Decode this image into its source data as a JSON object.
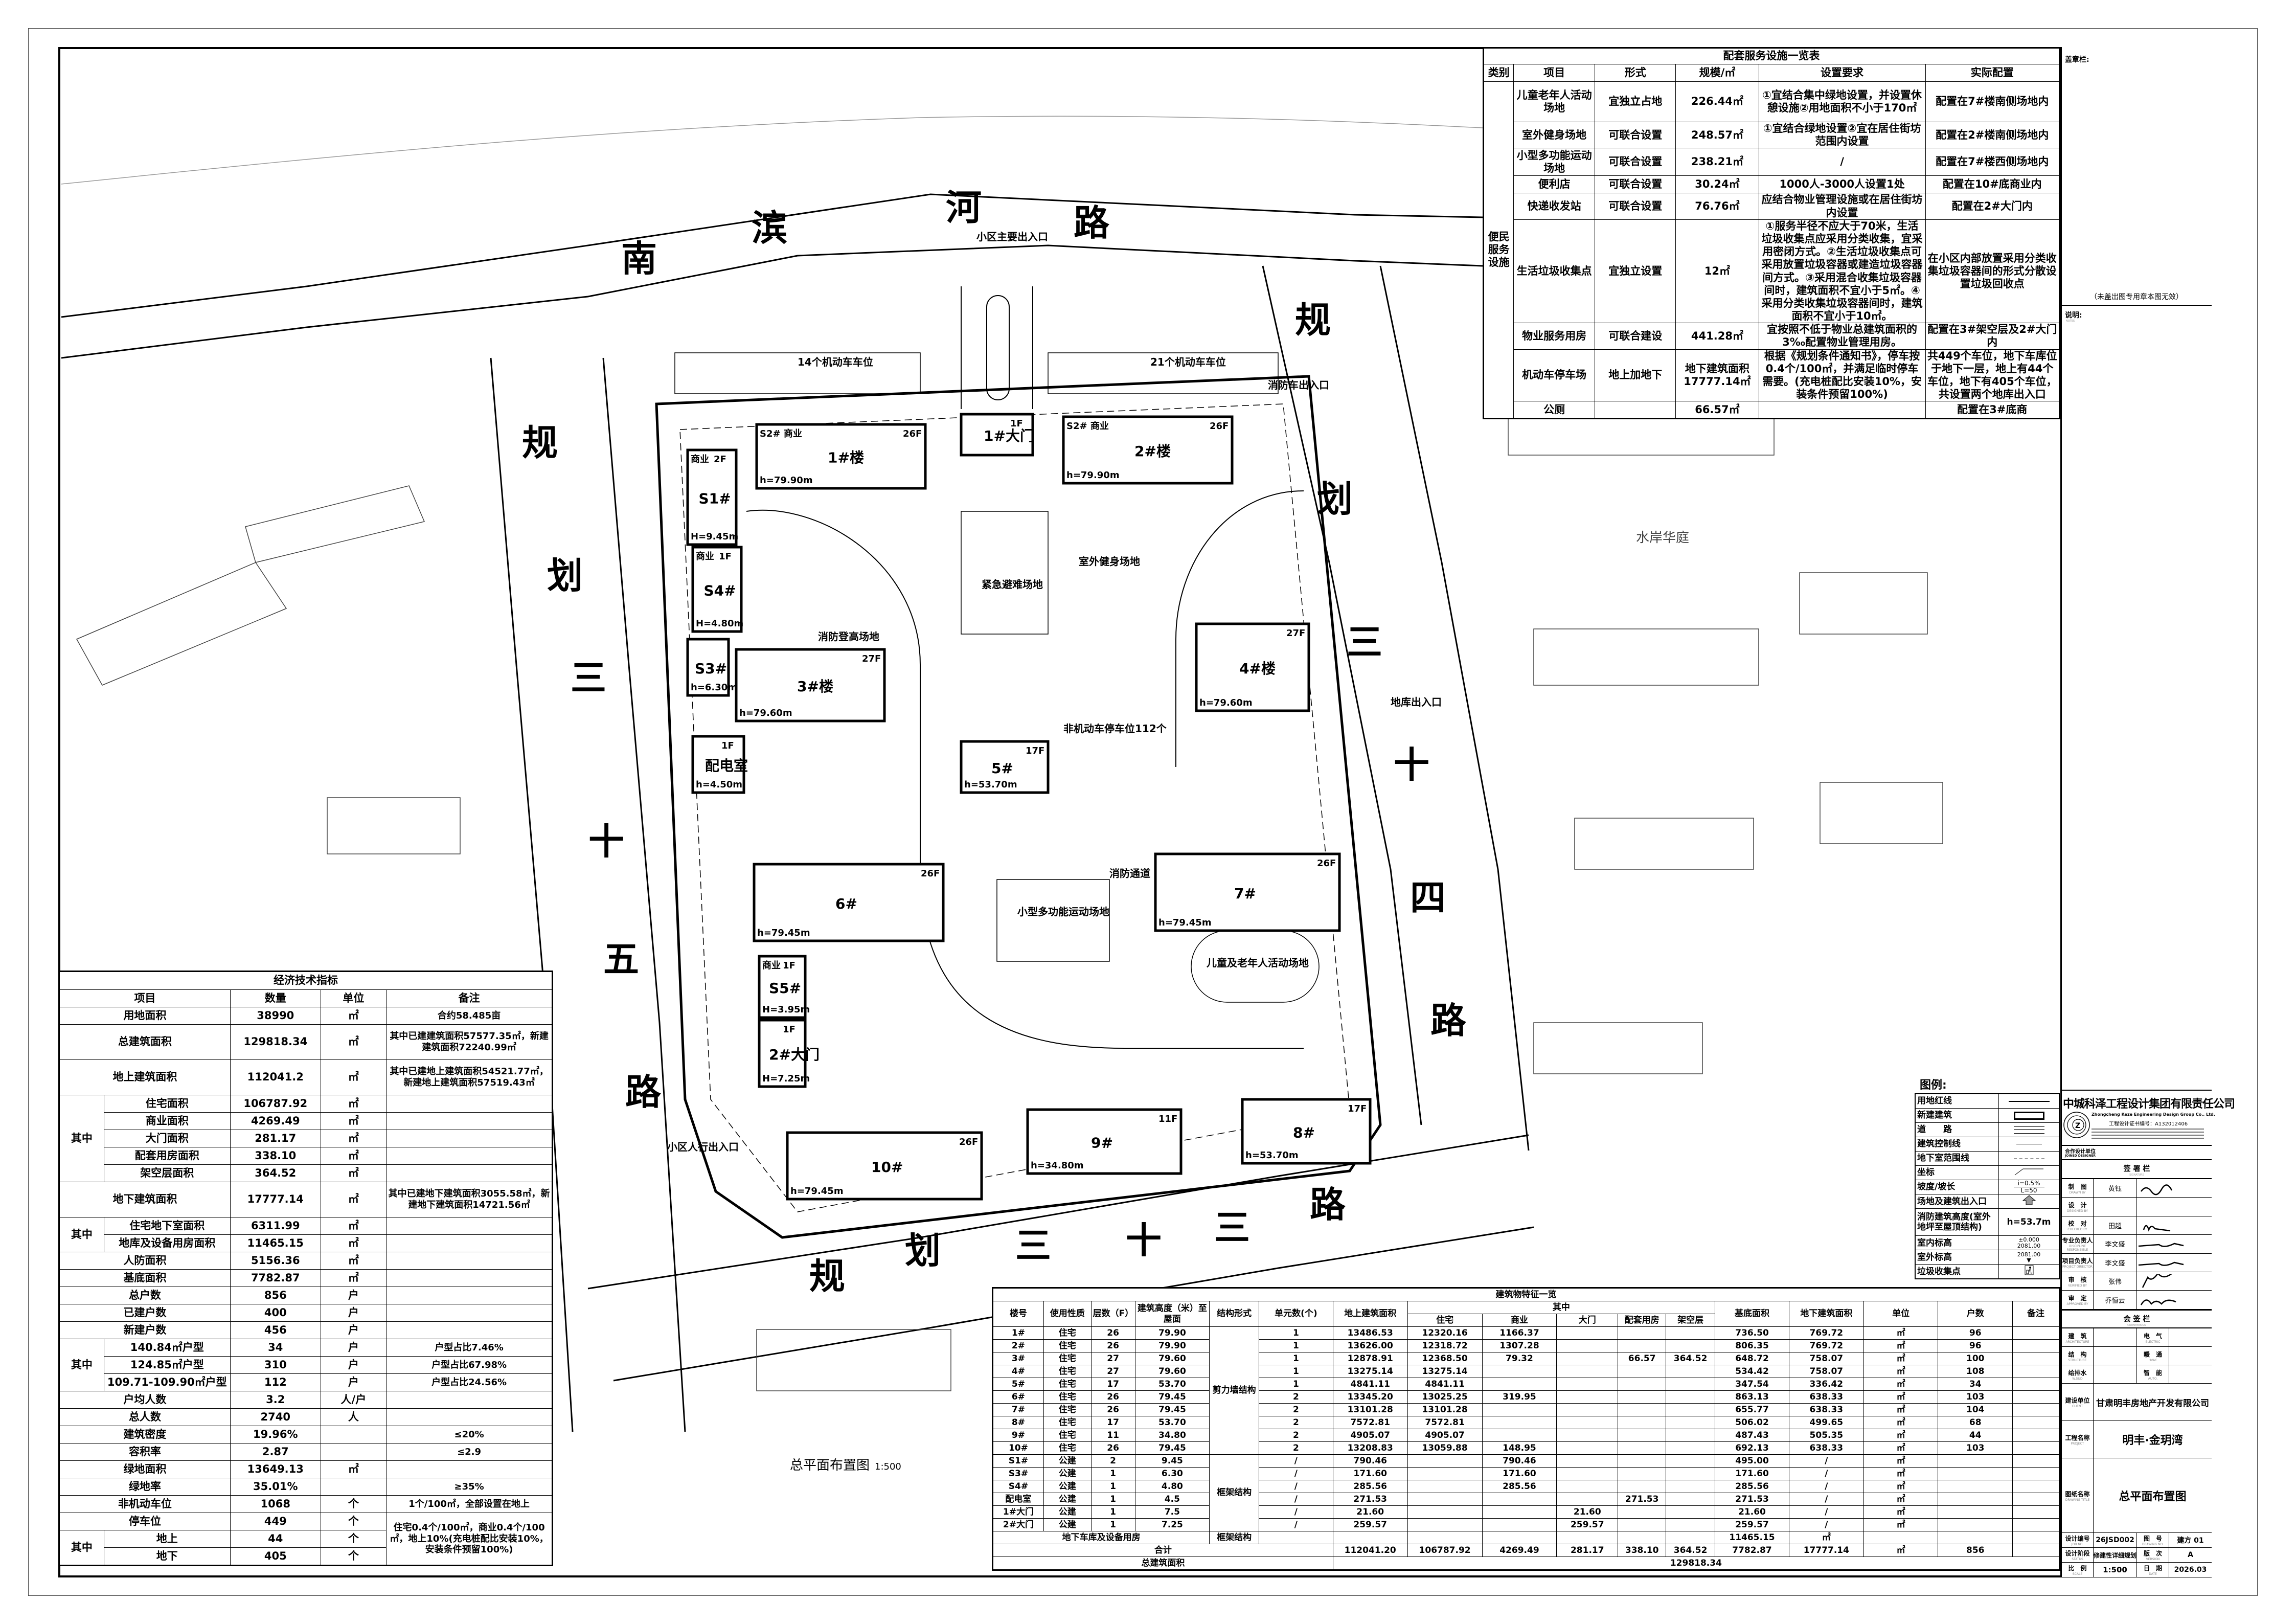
{
  "service_table": {
    "title": "配套服务设施一览表",
    "headers": [
      "类别",
      "项目",
      "形式",
      "规模/㎡",
      "设置要求",
      "实际配置"
    ],
    "category": "便民服务设施",
    "rows": [
      {
        "item": "儿童老年人活动场地",
        "form": "宜独立占地",
        "scale": "226.44㎡",
        "req": "①宜结合集中绿地设置，并设置休憩设施②用地面积不小于170㎡",
        "actual": "配置在7#楼南侧场地内"
      },
      {
        "item": "室外健身场地",
        "form": "可联合设置",
        "scale": "248.57㎡",
        "req": "①宜结合绿地设置②宜在居住街坊范围内设置",
        "actual": "配置在2#楼南侧场地内"
      },
      {
        "item": "小型多功能运动场地",
        "form": "可联合设置",
        "scale": "238.21㎡",
        "req": "/",
        "actual": "配置在7#楼西侧场地内"
      },
      {
        "item": "便利店",
        "form": "可联合设置",
        "scale": "30.24㎡",
        "req": "1000人-3000人设置1处",
        "actual": "配置在10#底商业内"
      },
      {
        "item": "快递收发站",
        "form": "可联合设置",
        "scale": "76.76㎡",
        "req": "应结合物业管理设施或在居住街坊内设置",
        "actual": "配置在2#大门内"
      },
      {
        "item": "生活垃圾收集点",
        "form": "宜独立设置",
        "scale": "12㎡",
        "req": "①服务半径不应大于70米，生活垃圾收集点应采用分类收集，宜采用密闭方式。②生活垃圾收集点可采用放置垃圾容器或建造垃圾容器间方式。③采用混合收集垃圾容器间时，建筑面积不宜小于5㎡。④采用分类收集垃圾容器间时，建筑面积不宜小于10㎡。",
        "actual": "在小区内部放置采用分类收集垃圾容器间的形式分散设置垃圾回收点"
      },
      {
        "item": "物业服务用房",
        "form": "可联合建设",
        "scale": "441.28㎡",
        "req": "宜按照不低于物业总建筑面积的3‰配置物业管理用房。",
        "actual": "配置在3#架空层及2#大门内"
      },
      {
        "item": "机动车停车场",
        "form": "地上加地下",
        "scale": "地下建筑面积17777.14㎡",
        "req": "根据《规划条件通知书》，停车按0.4个/100㎡，并满足临时停车需要。(充电桩配比安装10%，安装条件预留100%)",
        "actual": "共449个车位，地下车库位于地下一层，地上有44个车位，地下有405个车位，共设置两个地库出入口"
      },
      {
        "item": "公厕",
        "form": "",
        "scale": "66.57㎡",
        "req": "",
        "actual": "配置在3#底商"
      }
    ]
  },
  "econ_table": {
    "title": "经济技术指标",
    "headers": [
      "项目",
      "数量",
      "单位",
      "备注"
    ],
    "groups": [
      {
        "label": "其中",
        "start": 3,
        "count": 5
      },
      {
        "label": "其中",
        "start": 9,
        "count": 2
      },
      {
        "label": "其中",
        "start": 16,
        "count": 3
      },
      {
        "label": "其中",
        "start": 27,
        "count": 2
      }
    ],
    "rows": [
      {
        "item": "用地面积",
        "qty": "38990",
        "unit": "㎡",
        "note": "合约58.485亩"
      },
      {
        "item": "总建筑面积",
        "qty": "129818.34",
        "unit": "㎡",
        "note": "其中已建建筑面积57577.35㎡，新建建筑面积72240.99㎡"
      },
      {
        "item": "地上建筑面积",
        "qty": "112041.2",
        "unit": "㎡",
        "note": "其中已建地上建筑面积54521.77㎡，新建地上建筑面积57519.43㎡"
      },
      {
        "item": "住宅面积",
        "qty": "106787.92",
        "unit": "㎡",
        "note": ""
      },
      {
        "item": "商业面积",
        "qty": "4269.49",
        "unit": "㎡",
        "note": ""
      },
      {
        "item": "大门面积",
        "qty": "281.17",
        "unit": "㎡",
        "note": ""
      },
      {
        "item": "配套用房面积",
        "qty": "338.10",
        "unit": "㎡",
        "note": ""
      },
      {
        "item": "架空层面积",
        "qty": "364.52",
        "unit": "㎡",
        "note": ""
      },
      {
        "item": "地下建筑面积",
        "qty": "17777.14",
        "unit": "㎡",
        "note": "其中已建地下建筑面积3055.58㎡，新建地下建筑面积14721.56㎡"
      },
      {
        "item": "住宅地下室面积",
        "qty": "6311.99",
        "unit": "㎡",
        "note": ""
      },
      {
        "item": "地库及设备用房面积",
        "qty": "11465.15",
        "unit": "㎡",
        "note": ""
      },
      {
        "item": "人防面积",
        "qty": "5156.36",
        "unit": "㎡",
        "note": ""
      },
      {
        "item": "基底面积",
        "qty": "7782.87",
        "unit": "㎡",
        "note": ""
      },
      {
        "item": "总户数",
        "qty": "856",
        "unit": "户",
        "note": ""
      },
      {
        "item": "已建户数",
        "qty": "400",
        "unit": "户",
        "note": ""
      },
      {
        "item": "新建户数",
        "qty": "456",
        "unit": "户",
        "note": ""
      },
      {
        "item": "140.84㎡户型",
        "qty": "34",
        "unit": "户",
        "note": "户型占比7.46%"
      },
      {
        "item": "124.85㎡户型",
        "qty": "310",
        "unit": "户",
        "note": "户型占比67.98%"
      },
      {
        "item": "109.71-109.90㎡户型",
        "qty": "112",
        "unit": "户",
        "note": "户型占比24.56%"
      },
      {
        "item": "户均人数",
        "qty": "3.2",
        "unit": "人/户",
        "note": ""
      },
      {
        "item": "总人数",
        "qty": "2740",
        "unit": "人",
        "note": ""
      },
      {
        "item": "建筑密度",
        "qty": "19.96%",
        "unit": "",
        "note": "≤20%"
      },
      {
        "item": "容积率",
        "qty": "2.87",
        "unit": "",
        "note": "≤2.9"
      },
      {
        "item": "绿地面积",
        "qty": "13649.13",
        "unit": "㎡",
        "note": ""
      },
      {
        "item": "绿地率",
        "qty": "35.01%",
        "unit": "",
        "note": "≥35%"
      },
      {
        "item": "非机动车位",
        "qty": "1068",
        "unit": "个",
        "note": "1个/100㎡，全部设置在地上"
      },
      {
        "item": "停车位",
        "qty": "449",
        "unit": "个",
        "note": "住宅0.4个/100㎡，商业0.4个/100㎡，地上10%(充电桩配比安装10%，安装条件预留100%)"
      },
      {
        "item": "地上",
        "qty": "44",
        "unit": "个",
        "note": ""
      },
      {
        "item": "地下",
        "qty": "405",
        "unit": "个",
        "note": ""
      }
    ]
  },
  "building_table": {
    "title": "建筑物特征一览",
    "headers": [
      "楼号",
      "使用性质",
      "层数（F）",
      "建筑高度（米）至屋面",
      "结构形式",
      "单元数(个)",
      "地上建筑面积",
      "其中",
      "基底面积",
      "地下建筑面积",
      "单位",
      "户数",
      "备注"
    ],
    "sub_headers": [
      "住宅",
      "商业",
      "大门",
      "配套用房",
      "架空层"
    ],
    "structure_groups": [
      {
        "label": "剪力墙结构",
        "rows": 10
      },
      {
        "label": "框架结构",
        "rows": 6
      }
    ],
    "rows": [
      [
        "1#",
        "住宅",
        "26",
        "79.90",
        "1",
        "13486.53",
        "12320.16",
        "1166.37",
        "",
        "",
        "",
        "736.50",
        "769.72",
        "㎡",
        "96",
        ""
      ],
      [
        "2#",
        "住宅",
        "26",
        "79.90",
        "1",
        "13626.00",
        "12318.72",
        "1307.28",
        "",
        "",
        "",
        "806.35",
        "769.72",
        "㎡",
        "96",
        ""
      ],
      [
        "3#",
        "住宅",
        "27",
        "79.60",
        "1",
        "12878.91",
        "12368.50",
        "79.32",
        "",
        "66.57",
        "364.52",
        "648.72",
        "758.07",
        "㎡",
        "100",
        ""
      ],
      [
        "4#",
        "住宅",
        "27",
        "79.60",
        "1",
        "13275.14",
        "13275.14",
        "",
        "",
        "",
        "",
        "534.42",
        "758.07",
        "㎡",
        "108",
        ""
      ],
      [
        "5#",
        "住宅",
        "17",
        "53.70",
        "1",
        "4841.11",
        "4841.11",
        "",
        "",
        "",
        "",
        "347.54",
        "336.42",
        "㎡",
        "34",
        ""
      ],
      [
        "6#",
        "住宅",
        "26",
        "79.45",
        "2",
        "13345.20",
        "13025.25",
        "319.95",
        "",
        "",
        "",
        "863.13",
        "638.33",
        "㎡",
        "103",
        ""
      ],
      [
        "7#",
        "住宅",
        "26",
        "79.45",
        "2",
        "13101.28",
        "13101.28",
        "",
        "",
        "",
        "",
        "655.77",
        "638.33",
        "㎡",
        "104",
        ""
      ],
      [
        "8#",
        "住宅",
        "17",
        "53.70",
        "2",
        "7572.81",
        "7572.81",
        "",
        "",
        "",
        "",
        "506.02",
        "499.65",
        "㎡",
        "68",
        ""
      ],
      [
        "9#",
        "住宅",
        "11",
        "34.80",
        "2",
        "4905.07",
        "4905.07",
        "",
        "",
        "",
        "",
        "487.43",
        "505.35",
        "㎡",
        "44",
        ""
      ],
      [
        "10#",
        "住宅",
        "26",
        "79.45",
        "2",
        "13208.83",
        "13059.88",
        "148.95",
        "",
        "",
        "",
        "692.13",
        "638.33",
        "㎡",
        "103",
        ""
      ],
      [
        "S1#",
        "公建",
        "2",
        "9.45",
        "/",
        "790.46",
        "",
        "790.46",
        "",
        "",
        "",
        "495.00",
        "/",
        "㎡",
        "",
        ""
      ],
      [
        "S3#",
        "公建",
        "1",
        "6.30",
        "/",
        "171.60",
        "",
        "171.60",
        "",
        "",
        "",
        "171.60",
        "/",
        "㎡",
        "",
        ""
      ],
      [
        "S4#",
        "公建",
        "1",
        "4.80",
        "/",
        "285.56",
        "",
        "285.56",
        "",
        "",
        "",
        "285.56",
        "/",
        "㎡",
        "",
        ""
      ],
      [
        "配电室",
        "公建",
        "1",
        "4.5",
        "/",
        "271.53",
        "",
        "",
        "",
        "271.53",
        "",
        "271.53",
        "/",
        "㎡",
        "",
        ""
      ],
      [
        "1#大门",
        "公建",
        "1",
        "7.5",
        "/",
        "21.60",
        "",
        "",
        "21.60",
        "",
        "",
        "21.60",
        "/",
        "㎡",
        "",
        ""
      ],
      [
        "2#大门",
        "公建",
        "1",
        "7.25",
        "/",
        "259.57",
        "",
        "",
        "259.57",
        "",
        "",
        "259.57",
        "/",
        "㎡",
        "",
        ""
      ]
    ],
    "underground": {
      "label": "地下车库及设备用房",
      "structure": "框架结构",
      "underground_area": "11465.15",
      "unit": "㎡"
    },
    "total": {
      "label": "合计",
      "above": "112041.20",
      "res": "106787.92",
      "com": "4269.49",
      "gate": "281.17",
      "support": "338.10",
      "stilt": "364.52",
      "base": "7782.87",
      "under": "17777.14",
      "unit": "㎡",
      "households": "856"
    },
    "grand_total": {
      "label": "总建筑面积",
      "value": "129818.34"
    }
  },
  "legend": {
    "title": "图例:",
    "items": [
      "用地红线",
      "新建建筑",
      "道　　路",
      "建筑控制线",
      "地下室范围线",
      "坐标",
      "坡度/坡长",
      "场地及建筑出入口",
      "消防建筑高度(室外地坪至屋顶结构)",
      "室内标高",
      "室外标高",
      "垃圾收集点"
    ],
    "slope_i": "i=0.5%",
    "slope_l": "L=50",
    "fire_height": "h=53.7m",
    "indoor_zero": "±0.000",
    "indoor_elev": "2081.00",
    "outdoor_elev": "2081.00"
  },
  "title_block": {
    "stamp_label": "盖章栏:",
    "stamp_notice": "（未盖出图专用章本图无效）",
    "notes_label": "说明:",
    "notes_en": "NOTES",
    "company_cn": "中城科泽工程设计集团有限责任公司",
    "company_en": "Zhongcheng Keze Engineering Design Group Co., Ltd.",
    "certificate": "工程设计证书编号：A132012406",
    "joint_label": "合作设计单位",
    "joint_en": "JOINED DESIGNER",
    "sign_header": "签 署 栏",
    "sign_header_en": "SIGNATURE",
    "signers": [
      {
        "role": "制　图",
        "role_en": "DRAWN BY",
        "name": "黄钰"
      },
      {
        "role": "设　计",
        "role_en": "DESIGNED BY",
        "name": ""
      },
      {
        "role": "校　对",
        "role_en": "CHECKED BY",
        "name": "田超"
      },
      {
        "role": "专业负责人",
        "role_en": "DISCIPLINE RESPONSIBLE",
        "name": "李文盛"
      },
      {
        "role": "项目负责人",
        "role_en": "PROJECT DIRECTOR",
        "name": "李文盛"
      },
      {
        "role": "审　核",
        "role_en": "VERIFIED BY",
        "name": "张伟"
      },
      {
        "role": "审　定",
        "role_en": "APPROVED BY",
        "name": "乔恒云"
      }
    ],
    "countersign_header": "会 签 栏",
    "countersign_header_en": "COUNTERSIGN",
    "countersign": [
      [
        "建　筑",
        "ARCHITECTURE",
        "电　气",
        "ELECTRIC"
      ],
      [
        "结　构",
        "STRUCTURE",
        "暖　通",
        "HVAC"
      ],
      [
        "给排水",
        "W.S&D",
        "智　能",
        "AUTO."
      ]
    ],
    "client_label": "建设单位",
    "client_en": "CLIENT",
    "client": "甘肃明丰房地产开发有限公司",
    "project_label": "工程名称",
    "project_en": "PROJECT",
    "project": "明丰·金玥湾",
    "drawing_label": "图纸名称",
    "drawing_en": "DRAWING TITLE",
    "drawing": "总平面布置图",
    "job_no_label": "设计编号",
    "job_no_en": "JOB NO.",
    "job_no": "26JSD002",
    "drawing_no_label": "图　号",
    "drawing_no_en": "DRAWING NO.",
    "drawing_no": "建方 01",
    "status_label": "设计阶段",
    "status_en": "STATUS",
    "status": "修建性详细规划",
    "version_label": "版　次",
    "version_en": "VERSION",
    "version": "A",
    "scale_label": "比　例",
    "scale_en": "SCALE",
    "scale": "1:500",
    "date_label": "日　期",
    "date_en": "DATE",
    "date": "2026.03"
  },
  "site_plan": {
    "caption": "总平面布置图",
    "caption_scale": "1:500",
    "roads": {
      "north": [
        "南",
        "滨",
        "河",
        "路"
      ],
      "west": [
        "规",
        "划",
        "三",
        "十",
        "五",
        "路"
      ],
      "east": [
        "规",
        "划",
        "三",
        "十",
        "四",
        "路"
      ],
      "south": [
        "规",
        "划",
        "三",
        "十",
        "三",
        "路"
      ]
    },
    "neighbor": "水岸华庭",
    "annotations": [
      "小区主要出入口",
      "消防车出入口",
      "小区人行出入口",
      "地库出入口",
      "14个机动车车位",
      "21个机动车车位",
      "室外健身场地",
      "紧急避难场地",
      "小型多功能运动场地",
      "儿童及老年人活动场地",
      "消防登高场地",
      "消防通道",
      "非机动车停车位112个"
    ],
    "buildings": [
      {
        "label": "S1#",
        "sub": "商业",
        "floors": "2F",
        "height": "H=9.45m"
      },
      {
        "label": "1#楼",
        "sub": "S2# 商业",
        "floors": "26F",
        "height": "h=79.90m"
      },
      {
        "label": "1#大门",
        "sub": "",
        "floors": "1F",
        "height": ""
      },
      {
        "label": "2#楼",
        "sub": "S2# 商业",
        "floors": "26F",
        "height": "h=79.90m"
      },
      {
        "label": "S4#",
        "sub": "商业",
        "floors": "1F",
        "height": "H=4.80m"
      },
      {
        "label": "3#楼",
        "sub": "",
        "floors": "27F",
        "height": "h=79.60m"
      },
      {
        "label": "S3#",
        "sub": "",
        "floors": "",
        "height": "h=6.30m"
      },
      {
        "label": "配电室",
        "sub": "",
        "floors": "1F",
        "height": "h=4.50m"
      },
      {
        "label": "4#楼",
        "sub": "",
        "floors": "27F",
        "height": "h=79.60m"
      },
      {
        "label": "5#",
        "sub": "",
        "floors": "17F",
        "height": "h=53.70m"
      },
      {
        "label": "6#",
        "sub": "",
        "floors": "26F",
        "height": "h=79.45m"
      },
      {
        "label": "7#",
        "sub": "",
        "floors": "26F",
        "height": "h=79.45m"
      },
      {
        "label": "S5#",
        "sub": "商业",
        "floors": "1F",
        "height": "H=3.95m"
      },
      {
        "label": "2#大门",
        "sub": "",
        "floors": "1F",
        "height": "H=7.25m"
      },
      {
        "label": "10#",
        "sub": "",
        "floors": "26F",
        "height": "h=79.45m"
      },
      {
        "label": "9#",
        "sub": "",
        "floors": "11F",
        "height": "h=34.80m"
      },
      {
        "label": "8#",
        "sub": "",
        "floors": "17F",
        "height": "h=53.70m"
      }
    ]
  }
}
